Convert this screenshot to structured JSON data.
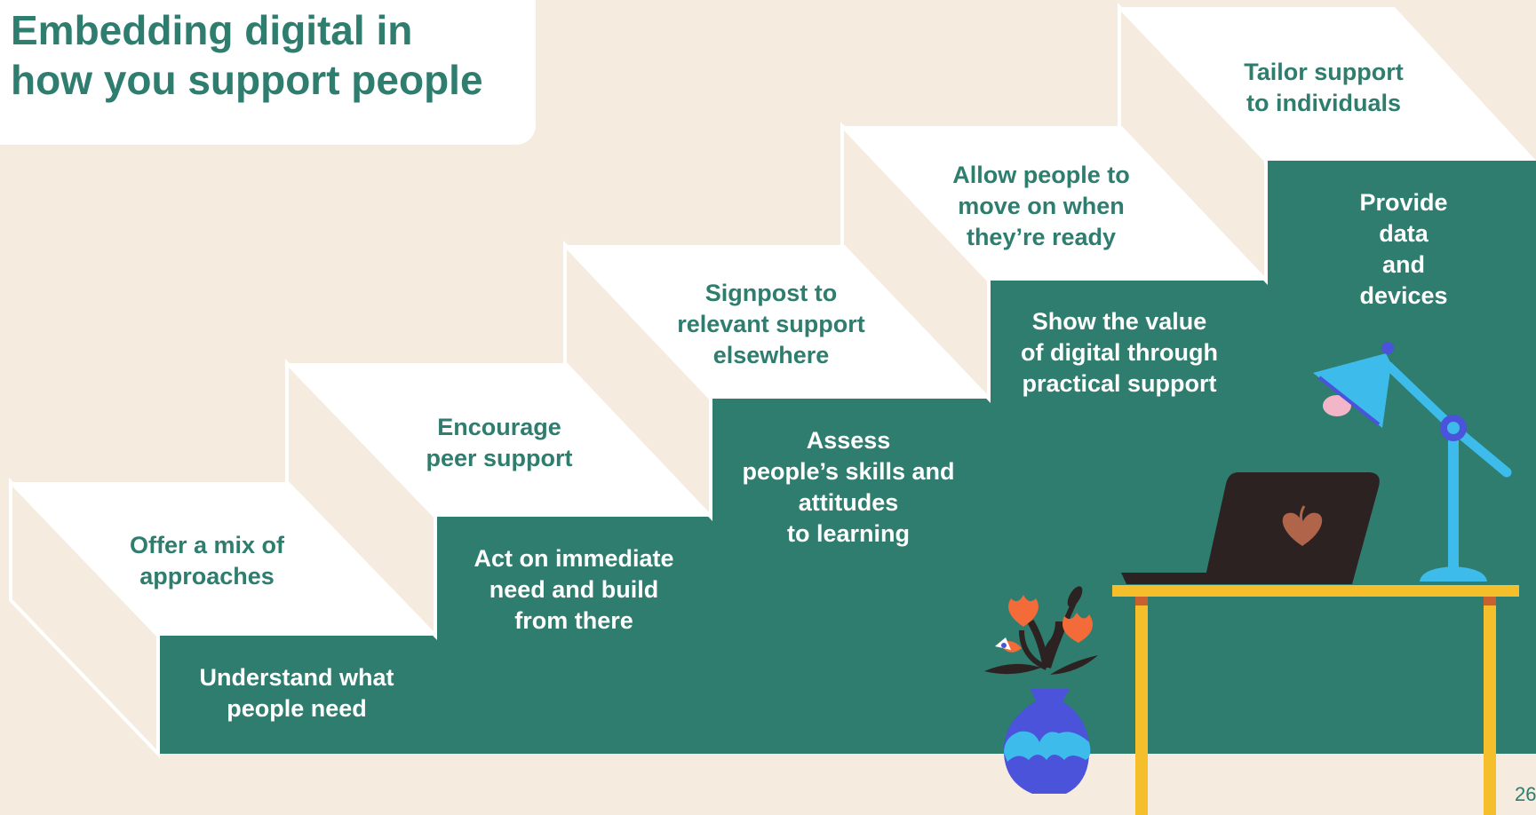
{
  "title": "Embedding digital in\nhow you support people",
  "steps": [
    {
      "tread": "Offer a mix of\n  approaches",
      "riser": "Understand what\npeople need"
    },
    {
      "tread": "Encourage\n  peer support",
      "riser": "Act on immediate\nneed and build\nfrom there"
    },
    {
      "tread": "Signpost to\nrelevant support\n      elsewhere",
      "riser": "Assess\npeople’s skills and\nattitudes\nto learning"
    },
    {
      "tread": "Allow people to\n  move on when\n       they’re ready",
      "riser": "Show the value\nof digital through\npractical support"
    },
    {
      "tread": "Tailor support\n    to individuals",
      "riser": "Provide data\nand devices"
    }
  ],
  "page_number": "26",
  "colors": {
    "background": "#f5ebdf",
    "green": "#2e7d6f",
    "white": "#ffffff",
    "desk": "#f4bf2a",
    "lamp": "#3dbbea",
    "vase": "#4a53d9",
    "laptop": "#2c2222",
    "flower": "#f26b38"
  },
  "icons": [
    "laptop-icon",
    "desk-lamp-icon",
    "flower-vase-icon",
    "heart-icon"
  ]
}
